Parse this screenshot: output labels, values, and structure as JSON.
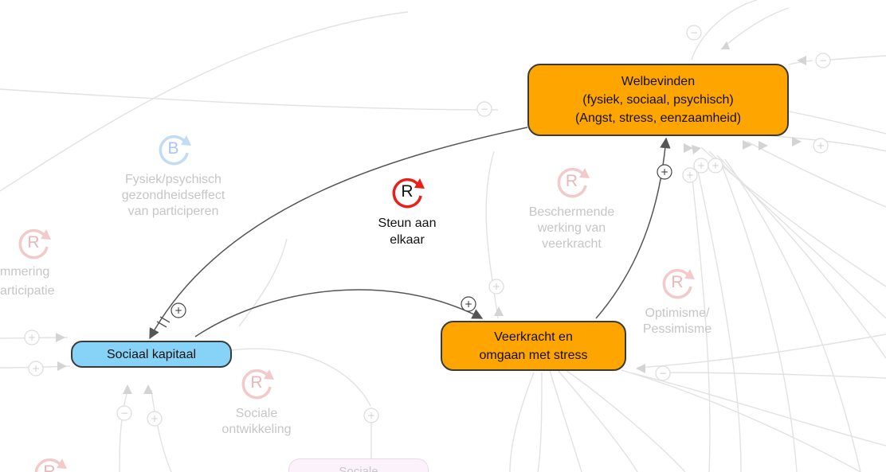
{
  "nodes": {
    "welbevinden": {
      "lines": [
        "Welbevinden",
        "(fysiek, sociaal, psychisch)",
        "(Angst, stress, eenzaamheid)"
      ],
      "color": "#ffa500"
    },
    "sociaal_kapitaal": {
      "lines": [
        "Sociaal kapitaal"
      ],
      "color": "#87d3f8"
    },
    "veerkracht": {
      "lines": [
        "Veerkracht en",
        "omgaan met stress"
      ],
      "color": "#ffa500"
    },
    "sociale_faded": {
      "lines": [
        "Sociale"
      ]
    }
  },
  "loops": {
    "steun": {
      "type": "R",
      "lines": [
        "Steun aan",
        "elkaar"
      ]
    },
    "fysiek": {
      "type": "B",
      "lines": [
        "Fysiek/psychisch",
        "gezondheidseffect",
        "van participeren"
      ]
    },
    "beschermende": {
      "type": "R",
      "lines": [
        "Beschermende",
        "werking van",
        "veerkracht"
      ]
    },
    "optimisme": {
      "type": "R",
      "lines": [
        "Optimisme/",
        "Pessimisme"
      ]
    },
    "sociale_ontwikkeling": {
      "type": "R",
      "lines": [
        "Sociale",
        "ontwikkeling"
      ]
    },
    "belemmering": {
      "type": "R",
      "lines": [
        "mmering",
        "articipatie"
      ]
    },
    "bottom_left": {
      "type": "R"
    }
  },
  "link_signs": {
    "plus": "+",
    "minus": "−"
  },
  "colors": {
    "orange": "#ffa500",
    "blue": "#87d3f8",
    "loop_red": "#e8201a",
    "faded_link": "#dcdcdc",
    "link": "#555555"
  }
}
